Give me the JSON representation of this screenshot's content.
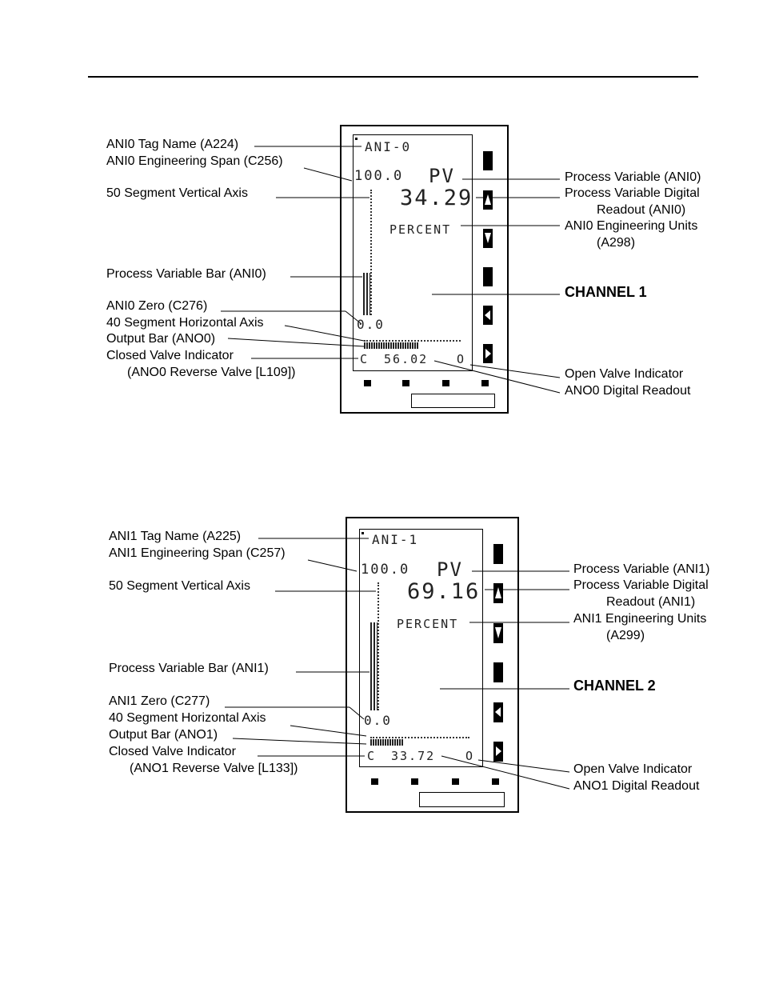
{
  "channels": [
    {
      "lcd": {
        "tag": "ANI-0",
        "span": "100.0",
        "pv": "PV",
        "readout": "34.29",
        "units": "PERCENT",
        "zero": "0.0",
        "closed": "C",
        "output": "56.02",
        "open": "O"
      },
      "labels": {
        "tag_name": "ANI0 Tag Name (A224)",
        "eng_span": "ANI0 Engineering Span (C256)",
        "vertical_axis": "50 Segment Vertical Axis",
        "pv_bar": "Process Variable Bar (ANI0)",
        "zero": "ANI0 Zero (C276)",
        "horizontal_axis": "40 Segment Horizontal Axis",
        "output_bar": "Output Bar (ANO0)",
        "closed_valve": "Closed Valve Indicator",
        "reverse_valve": "(ANO0 Reverse Valve [L109])",
        "process_variable": "Process Variable (ANI0)",
        "pv_digital_1": "Process Variable Digital",
        "pv_digital_2": "Readout (ANI0)",
        "eng_units_1": "ANI0 Engineering Units",
        "eng_units_2": "(A298)",
        "channel": "CHANNEL 1",
        "open_valve": "Open Valve Indicator",
        "ano_readout": "ANO0 Digital Readout"
      },
      "pv_level": 0.34,
      "output_level": 0.56
    },
    {
      "lcd": {
        "tag": "ANI-1",
        "span": "100.0",
        "pv": "PV",
        "readout": "69.16",
        "units": "PERCENT",
        "zero": "0.0",
        "closed": "C",
        "output": "33.72",
        "open": "O"
      },
      "labels": {
        "tag_name": "ANI1 Tag Name (A225)",
        "eng_span": "ANI1 Engineering Span (C257)",
        "vertical_axis": "50 Segment Vertical Axis",
        "pv_bar": "Process Variable Bar (ANI1)",
        "zero": "ANI1 Zero (C277)",
        "horizontal_axis": "40 Segment Horizontal Axis",
        "output_bar": "Output Bar (ANO1)",
        "closed_valve": "Closed Valve Indicator",
        "reverse_valve": "(ANO1 Reverse Valve [L133])",
        "process_variable": "Process Variable (ANI1)",
        "pv_digital_1": "Process Variable Digital",
        "pv_digital_2": "Readout (ANI1)",
        "eng_units_1": "ANI1 Engineering Units",
        "eng_units_2": "(A299)",
        "channel": "CHANNEL 2",
        "open_valve": "Open Valve Indicator",
        "ano_readout": "ANO1 Digital Readout"
      },
      "pv_level": 0.69,
      "output_level": 0.34
    }
  ]
}
